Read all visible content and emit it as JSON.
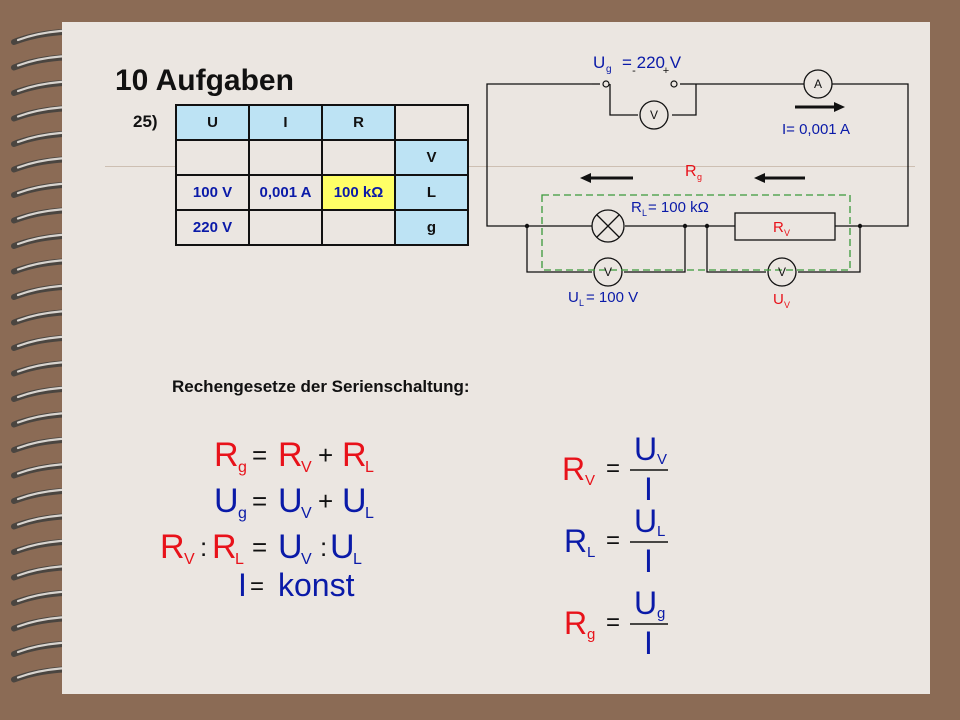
{
  "title": "10 Aufgaben",
  "task_number": "25)",
  "table": {
    "header": [
      "U",
      "I",
      "R"
    ],
    "rows": [
      {
        "cells": [
          "",
          "",
          ""
        ],
        "label": "V"
      },
      {
        "cells": [
          "100 V",
          "0,001 A",
          "100 kΩ"
        ],
        "label": "L"
      },
      {
        "cells": [
          "220 V",
          "",
          ""
        ],
        "label": "g"
      }
    ]
  },
  "circuit": {
    "ug_label": "U",
    "ug_sub": "g",
    "ug_eq": "=  220  V",
    "minus": "-",
    "plus": "+",
    "ammeter": "A",
    "voltmeter": "V",
    "current": "I= 0,001 A",
    "rg": "R",
    "rg_sub": "g",
    "rl": "R",
    "rl_sub": "L",
    "rl_val": " = 100 kΩ",
    "rv": "R",
    "rv_sub": "V",
    "ul": "U",
    "ul_sub": "L",
    "ul_val": " = 100 V",
    "uv": "U",
    "uv_sub": "V"
  },
  "heading": "Rechengesetze der Serienschaltung:",
  "formulas": {
    "R": "R",
    "U": "U",
    "I": "I",
    "sub_g": "g",
    "sub_V": "V",
    "sub_L": "L",
    "eq": "=",
    "plus": "+",
    "colon": ":",
    "konst": "konst"
  },
  "colors": {
    "red": "#e8121a",
    "blue": "#0a1aa8",
    "header_blue": "#bde3f4",
    "highlight": "#ffff66",
    "green_dash": "#3b9a3b"
  }
}
